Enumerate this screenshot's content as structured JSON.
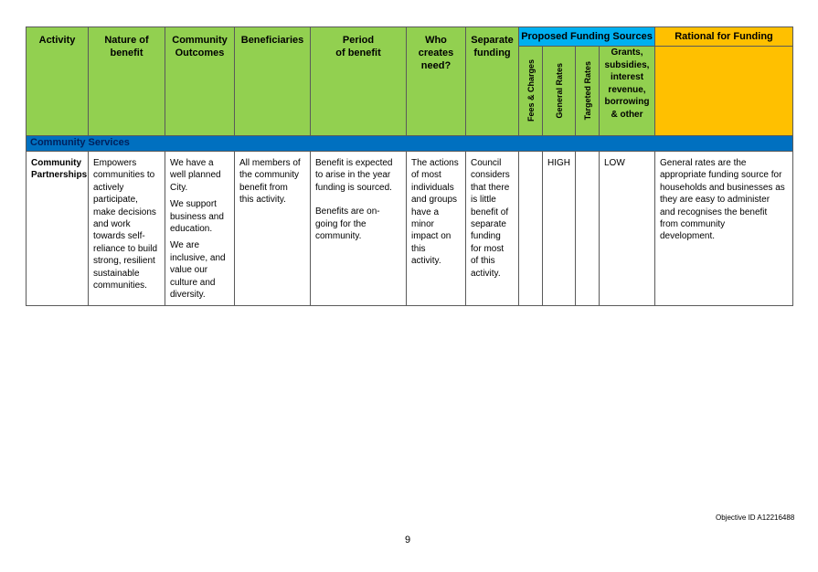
{
  "headers": {
    "activity": "Activity",
    "nature_of_benefit": [
      "Nature of",
      "benefit"
    ],
    "community_outcomes": [
      "Community",
      "Outcomes"
    ],
    "beneficiaries": "Beneficiaries",
    "period_of_benefit": [
      "Period",
      "of benefit"
    ],
    "who_creates_need": [
      "Who",
      "creates",
      "need?"
    ],
    "separate_funding": [
      "Separate",
      "funding"
    ],
    "proposed_funding_sources": "Proposed Funding Sources",
    "rational_for_funding": "Rational for Funding",
    "fees_charges": "Fees & Charges",
    "general_rates": "General Rates",
    "targeted_rates": "Targeted Rates",
    "grants": [
      "Grants,",
      "subsidies,",
      "interest",
      "revenue,",
      "borrowing",
      "& other"
    ]
  },
  "section": {
    "label": "Community Services"
  },
  "row": {
    "activity": [
      "Community",
      "Partnerships"
    ],
    "nature_of_benefit": [
      "Empowers",
      "communities to",
      "actively",
      "participate,",
      "make decisions",
      "and work",
      "towards self-",
      "reliance to build",
      "strong, resilient",
      "sustainable",
      "communities."
    ],
    "community_outcomes": [
      [
        "We have a",
        "well planned",
        "City."
      ],
      [
        "We support",
        "business and",
        "education."
      ],
      [
        "We are",
        "inclusive, and",
        "value our",
        "culture and",
        "diversity."
      ]
    ],
    "beneficiaries": [
      "All members of",
      "the community",
      "benefit from",
      "this activity."
    ],
    "period_of_benefit": [
      [
        "Benefit is expected",
        "to arise in the year",
        "funding is sourced."
      ],
      [
        "Benefits are on-",
        "going for the",
        "community."
      ]
    ],
    "who_creates_need": [
      "The actions",
      "of most",
      "individuals",
      "and groups",
      "have a",
      "minor",
      "impact on",
      "this",
      "activity."
    ],
    "separate_funding": [
      "Council",
      "considers",
      "that there",
      "is little",
      "benefit of",
      "separate",
      "funding",
      "for most",
      "of this",
      "activity."
    ],
    "fees_charges": "",
    "general_rates": "HIGH",
    "targeted_rates": "",
    "grants": "LOW",
    "rational_for_funding": [
      "General rates are the",
      "appropriate funding source for",
      "households and businesses as",
      "they are easy to administer",
      "and recognises the benefit",
      "from community",
      "development."
    ]
  },
  "footer": {
    "objective_id": "Objective ID A12216488",
    "page_number": "9"
  },
  "colors": {
    "header_green": "#92d050",
    "header_blue": "#00b0f0",
    "header_orange": "#ffc000",
    "section_blue": "#0070c0"
  }
}
